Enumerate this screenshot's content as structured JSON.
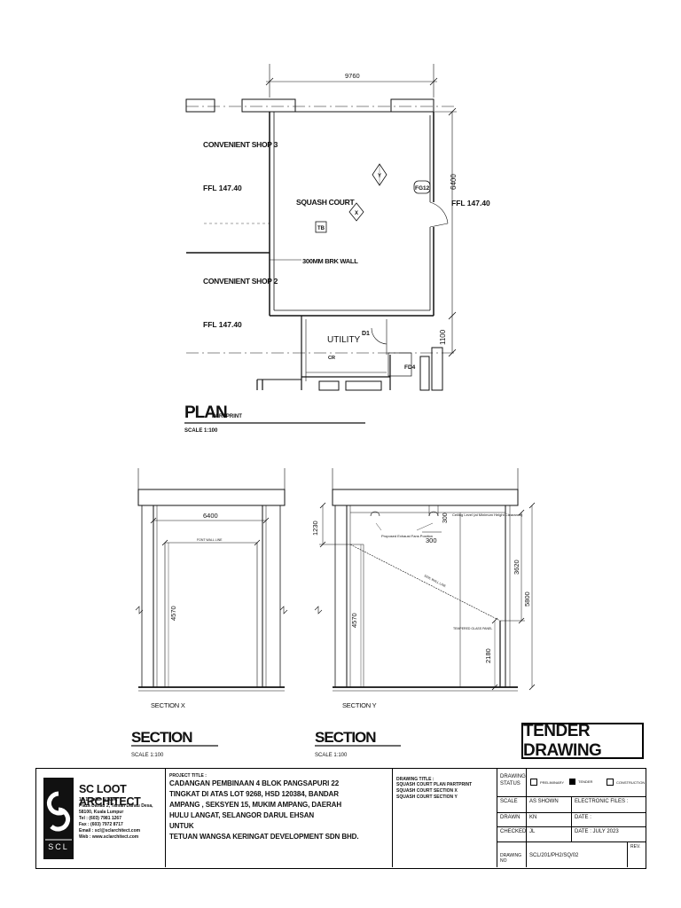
{
  "plan": {
    "title": "PLAN",
    "subtitle": "PARTPRINT",
    "scale": "SCALE 1:100",
    "dim_width": "9760",
    "dim_height": "6400",
    "dim_utility": "1100",
    "labels": {
      "shop3": "CONVENIENT SHOP 3",
      "shop3_ffl": "FFL 147.40",
      "shop2": "CONVENIENT SHOP 2",
      "shop2_ffl": "FFL 147.40",
      "squash": "SQUASH COURT",
      "tb": "TB",
      "wall": "300MM BRK WALL",
      "ffl_right": "FFL 147.40",
      "utility": "UTILITY",
      "cr": "CR",
      "d1": "D1",
      "fd4": "FD4",
      "fg12": "FG12",
      "marker_x": "X",
      "marker_y": "Y"
    }
  },
  "section_x": {
    "label": "SECTION X",
    "dim_width": "6400",
    "dim_height": "4570",
    "front_wall": "FONT WALL LINE"
  },
  "section_y": {
    "label": "SECTION Y",
    "dim_1230": "1230",
    "dim_300a": "300",
    "dim_300b": "300",
    "dim_3620": "3620",
    "dim_5800": "5800",
    "dim_4570": "4570",
    "dim_2180": "2180",
    "ceiling": "Ceiling Level (at Minimum Height Clearance)",
    "exhaust": "Proposed Exhaust Fans Position",
    "side_wall": "SIDE WALL LINE",
    "tempered": "TEMPERED GLASS PANEL"
  },
  "section_title_left": {
    "title": "SECTION",
    "scale": "SCALE 1:100"
  },
  "section_title_right": {
    "title": "SECTION",
    "scale": "SCALE 1:100"
  },
  "tender": "TENDER DRAWING",
  "title_block": {
    "firm": "SC LOOT ARCHITECT",
    "logo_text": "SCL",
    "address": [
      "10-1, Jalan 5/109F,",
      "Plaza Danau 2, Taman Danau Desa,",
      "58100, Kuala Lumpur",
      "Tel : (603) 7981 1267",
      "Fax : (603) 7972 8717",
      "Email : scl@sclarchitect.com",
      "Web : www.sclarchitect.com"
    ],
    "project_label": "PROJECT TITLE :",
    "project_lines": [
      "CADANGAN PEMBINAAN 4 BLOK PANGSAPURI 22",
      "TINGKAT DI ATAS LOT 9268, HSD 120384, BANDAR",
      "AMPANG , SEKSYEN 15, MUKIM AMPANG, DAERAH",
      "HULU LANGAT, SELANGOR DARUL EHSAN",
      "UNTUK",
      "TETUAN  WANGSA  KERINGAT DEVELOPMENT SDN BHD."
    ],
    "drawing_label": "DRAWING TITLE :",
    "drawing_lines": [
      "SQUASH COURT PLAN PARTPRINT",
      "SQUASH COURT SECTION X",
      "SQUASH COURT SECTION Y"
    ],
    "status_label": "DRAWING STATUS",
    "status_options": [
      "PRELIMINARY",
      "TENDER",
      "CONSTRUCTION"
    ],
    "scale_label": "SCALE",
    "scale_value": "AS SHOWN",
    "efiles_label": "ELECTRONIC FILES :",
    "drawn_label": "DRAWN",
    "drawn_value": "KN",
    "date_label": "DATE :",
    "checked_label": "CHECKED",
    "checked_value": "JL",
    "date_value": "DATE :  JULY 2023",
    "drawing_no_label": "DRAWING NO",
    "drawing_no_value": "SCL/201/PH2/SQ/02",
    "rev_label": "REV."
  }
}
